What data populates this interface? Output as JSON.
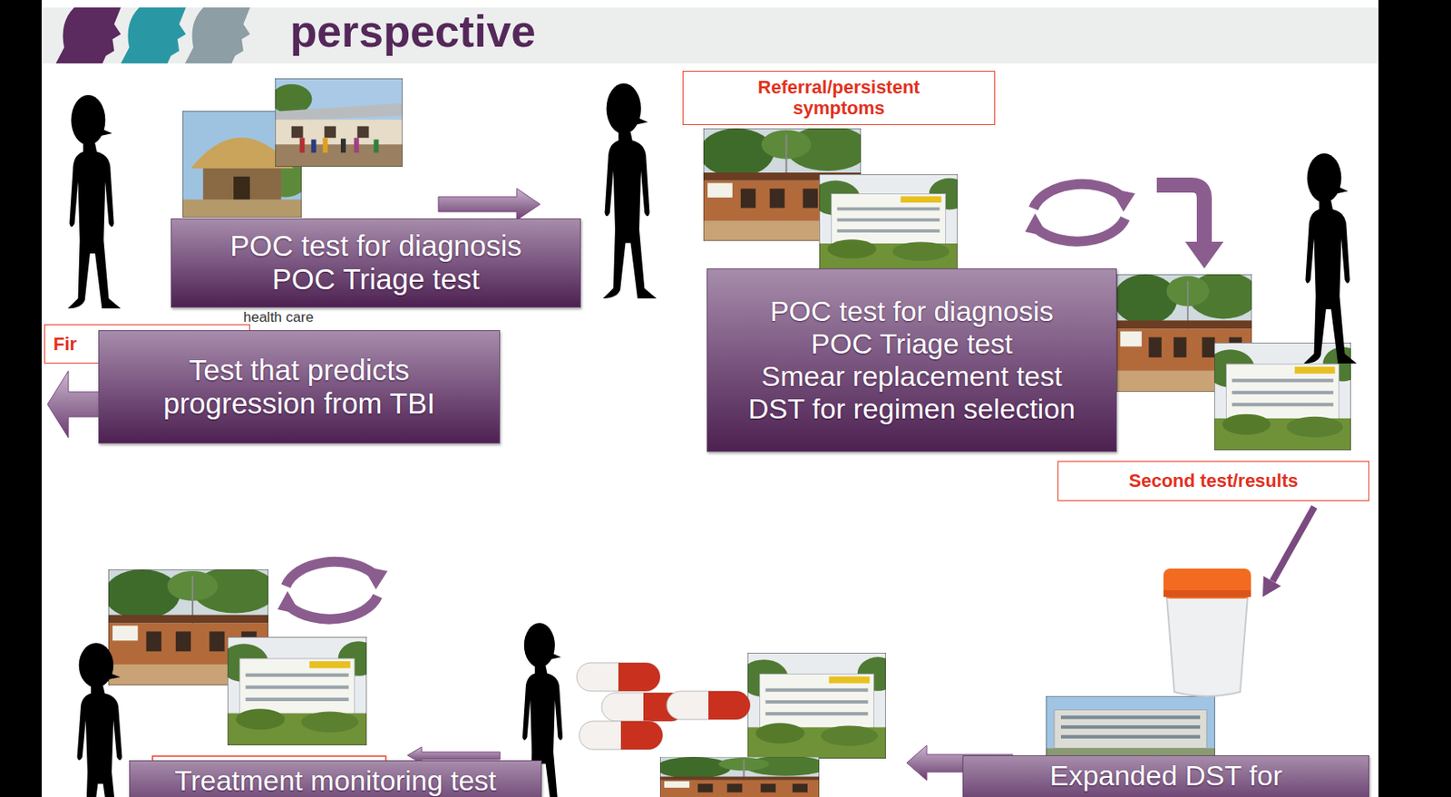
{
  "diagram": {
    "title": "perspective",
    "nodes": [
      {
        "text": [
          "POC test for diagnosis",
          "POC Triage test"
        ]
      },
      {
        "text": [
          "Test that predicts progression from TBI"
        ]
      },
      {
        "text": [
          "POC test for diagnosis",
          "POC Triage test",
          "Smear replacement test",
          "DST for regimen selection"
        ]
      },
      {
        "text": [
          "Treatment monitoring test"
        ]
      },
      {
        "text": [
          "Expanded DST for"
        ]
      }
    ],
    "labels": [
      "Fir",
      "health care",
      "Referral/persistent symptoms",
      "Second test/results"
    ]
  }
}
